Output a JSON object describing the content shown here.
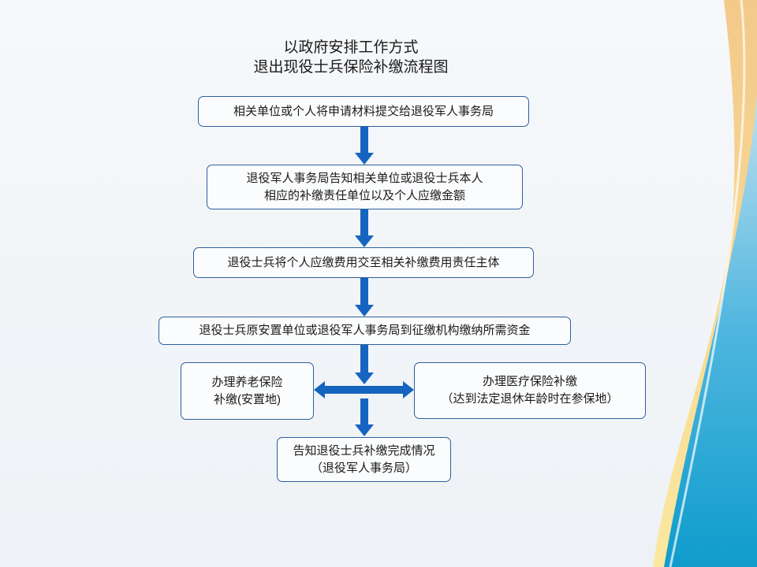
{
  "title": {
    "line1": "以政府安排工作方式",
    "line2": "退出现役士兵保险补缴流程图"
  },
  "steps": [
    {
      "lines": [
        "相关单位或个人将申请材料提交给退役军人事务局"
      ]
    },
    {
      "lines": [
        "退役军人事务局告知相关单位或退役士兵本人",
        "相应的补缴责任单位以及个人应缴金额"
      ]
    },
    {
      "lines": [
        "退役士兵将个人应缴费用交至相关补缴费用责任主体"
      ]
    },
    {
      "lines": [
        "退役士兵原安置单位或退役军人事务局到征缴机构缴纳所需资金"
      ]
    },
    {
      "lines": [
        "办理养老保险",
        "补缴(安置地)"
      ]
    },
    {
      "lines": [
        "办理医疗保险补缴",
        "（达到法定退休年龄时在参保地）"
      ]
    },
    {
      "lines": [
        "告知退役士兵补缴完成情况",
        "（退役军人事务局）"
      ]
    }
  ],
  "colors": {
    "arrow": "#1565c0",
    "border": "#2d5f9e",
    "accent_yellow": "#f5d77a",
    "accent_blue": "#1a9fd0"
  }
}
